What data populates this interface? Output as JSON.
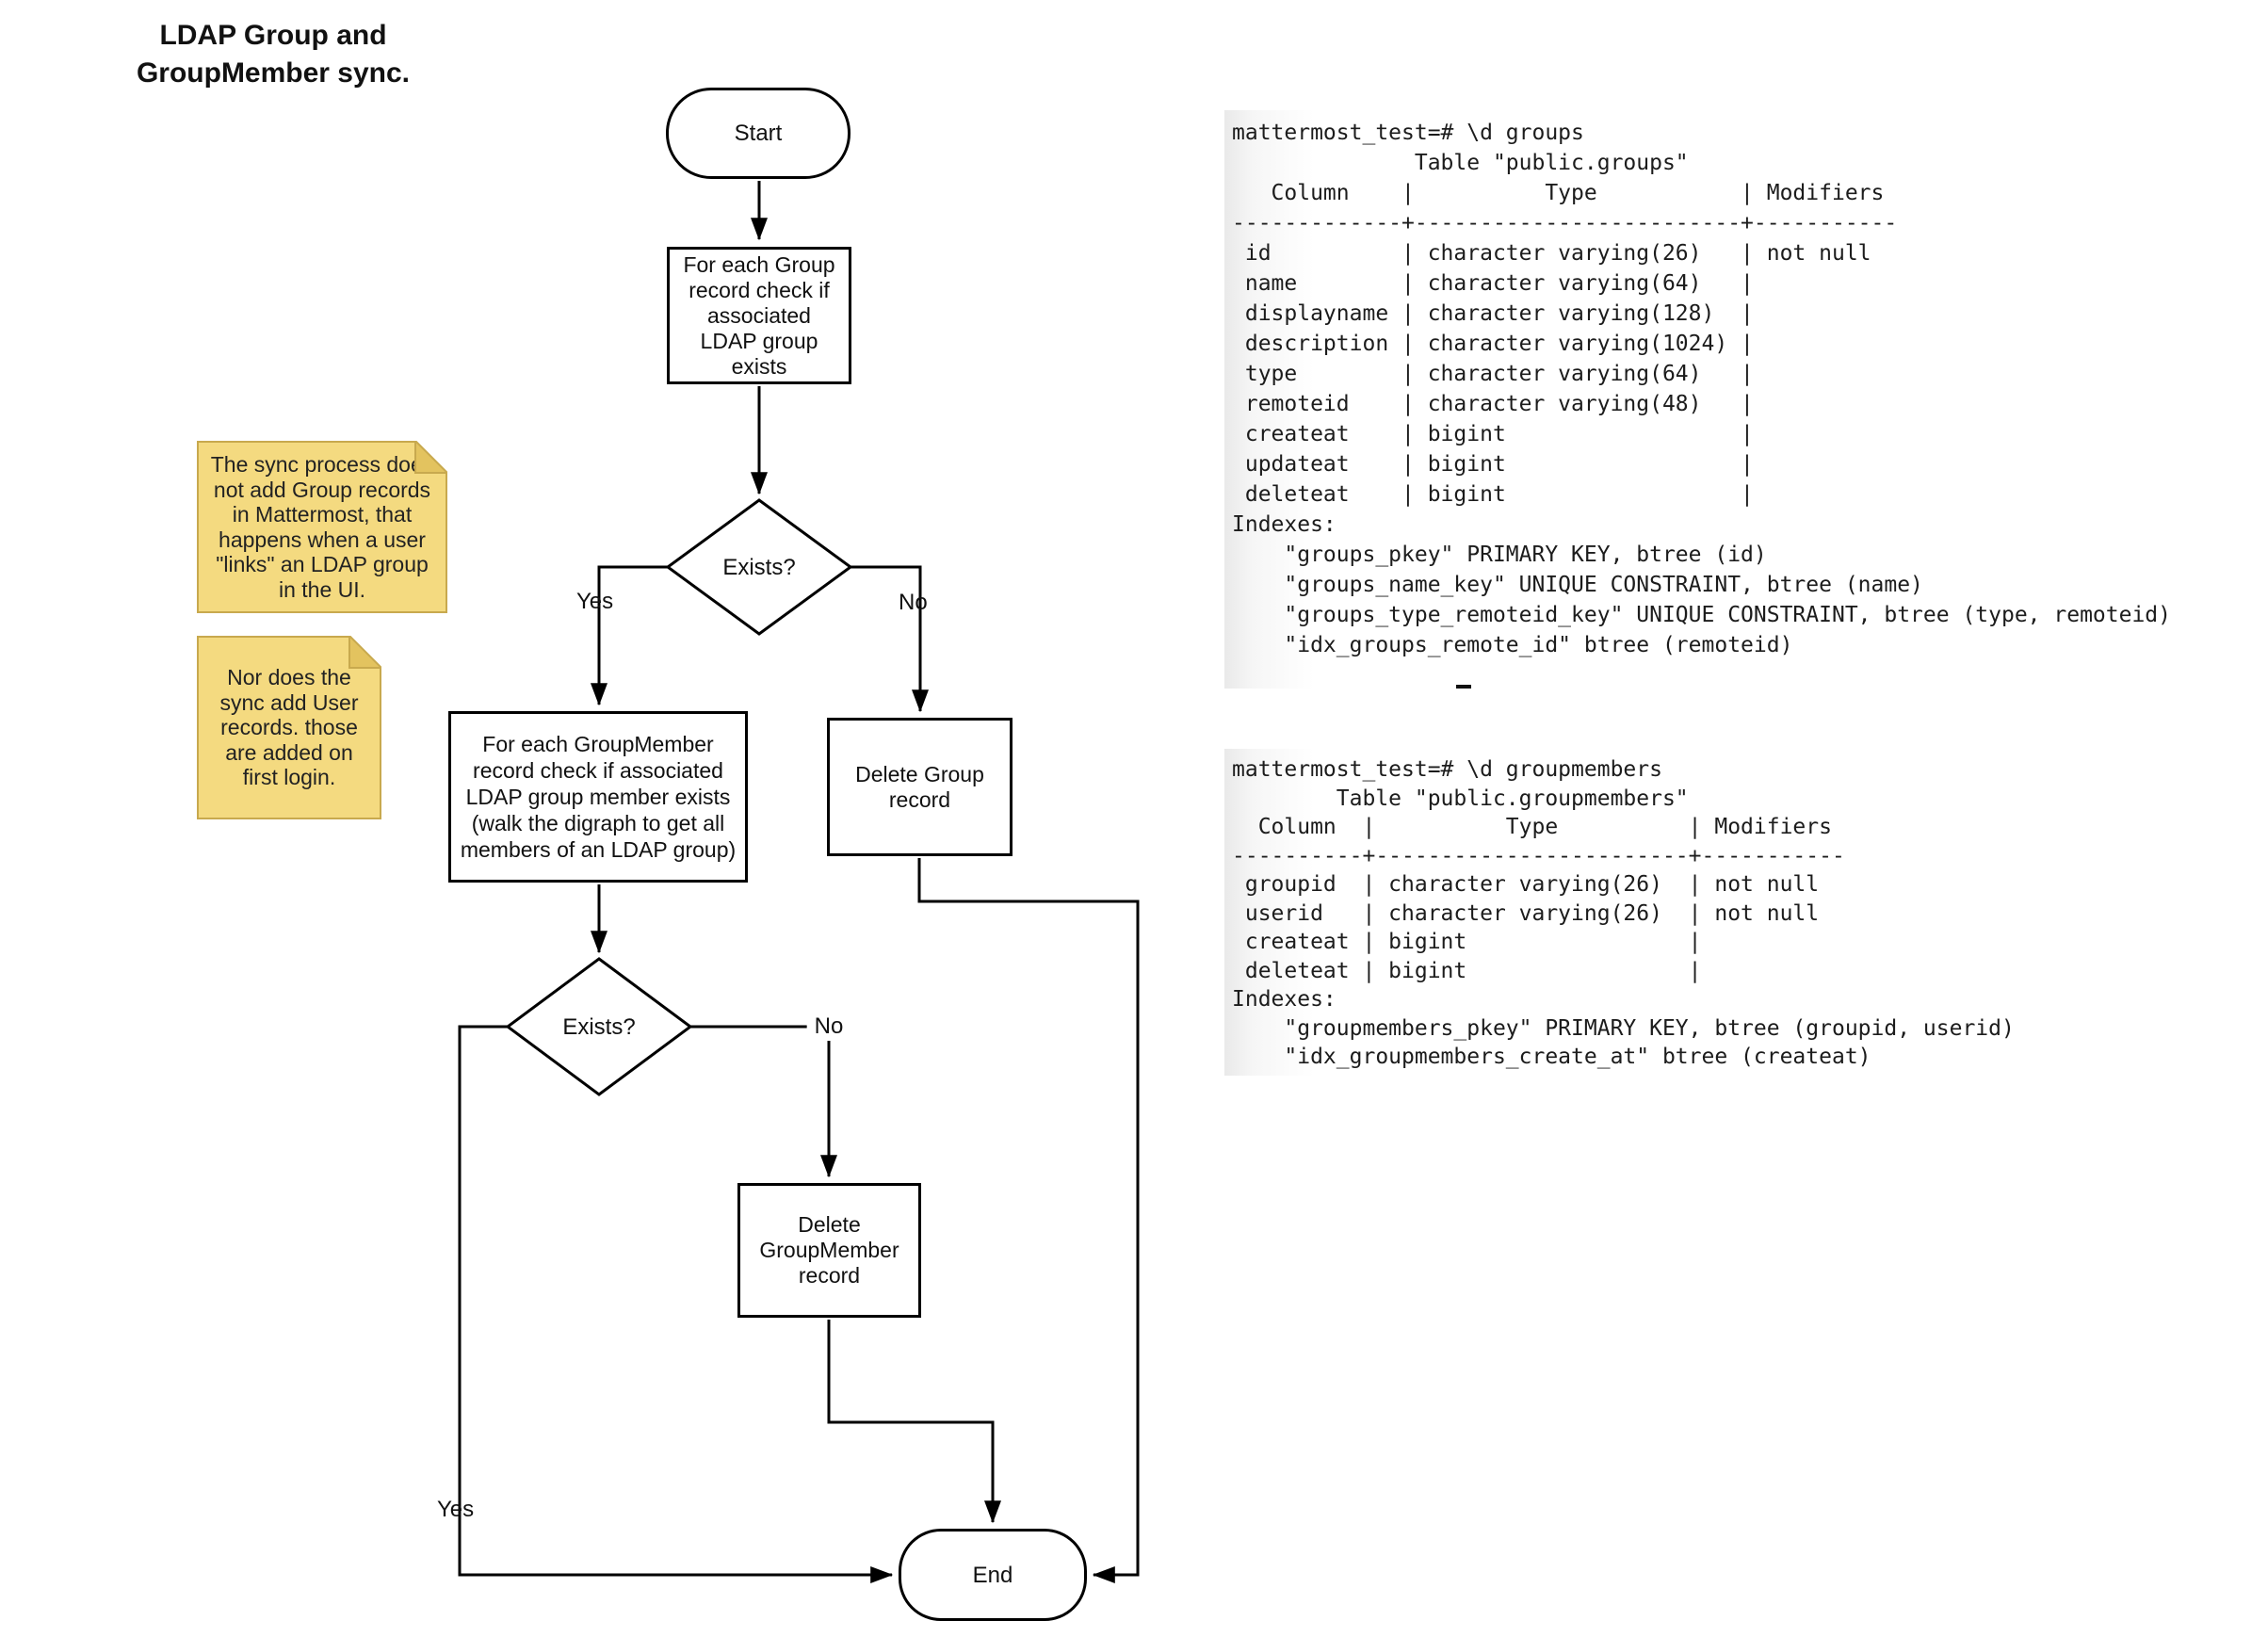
{
  "title": {
    "text": "LDAP Group and\nGroupMember sync."
  },
  "flowchart": {
    "start": "Start",
    "check_group": "For each Group record check if associated LDAP group exists",
    "decision1": "Exists?",
    "decision1_yes": "Yes",
    "decision1_no": "No",
    "check_groupmember": "For each GroupMember record check if associated LDAP group member exists (walk the digraph to get all members of an LDAP group)",
    "delete_group": "Delete Group record",
    "decision2": "Exists?",
    "decision2_yes": "Yes",
    "decision2_no": "No",
    "delete_groupmember": "Delete GroupMember record",
    "end": "End"
  },
  "notes": [
    {
      "text": "The sync process does not add Group records in Mattermost, that happens when a user \"links\" an LDAP group in the UI."
    },
    {
      "text": "Nor does the sync add User records. those are added on first login."
    }
  ],
  "terminals": [
    {
      "name": "groups",
      "lines": [
        "mattermost_test=# \\d groups",
        "              Table \"public.groups\"",
        "   Column    |          Type           | Modifiers",
        "-------------+-------------------------+-----------",
        " id          | character varying(26)   | not null",
        " name        | character varying(64)   |",
        " displayname | character varying(128)  |",
        " description | character varying(1024) |",
        " type        | character varying(64)   |",
        " remoteid    | character varying(48)   |",
        " createat    | bigint                  |",
        " updateat    | bigint                  |",
        " deleteat    | bigint                  |",
        "Indexes:",
        "    \"groups_pkey\" PRIMARY KEY, btree (id)",
        "    \"groups_name_key\" UNIQUE CONSTRAINT, btree (name)",
        "    \"groups_type_remoteid_key\" UNIQUE CONSTRAINT, btree (type, remoteid)",
        "    \"idx_groups_remote_id\" btree (remoteid)"
      ]
    },
    {
      "name": "groupmembers",
      "lines": [
        "mattermost_test=# \\d groupmembers",
        "        Table \"public.groupmembers\"",
        "  Column  |          Type          | Modifiers",
        "----------+------------------------+-----------",
        " groupid  | character varying(26)  | not null",
        " userid   | character varying(26)  | not null",
        " createat | bigint                 |",
        " deleteat | bigint                 |",
        "Indexes:",
        "    \"groupmembers_pkey\" PRIMARY KEY, btree (groupid, userid)",
        "    \"idx_groupmembers_create_at\" btree (createat)"
      ]
    }
  ],
  "colors": {
    "line": "#000000",
    "note_bg": "#F4DA80",
    "note_fold": "#E3C35F",
    "note_border": "#C8A94E",
    "terminal_edge": "#E9E9E9",
    "text": "#111111"
  }
}
